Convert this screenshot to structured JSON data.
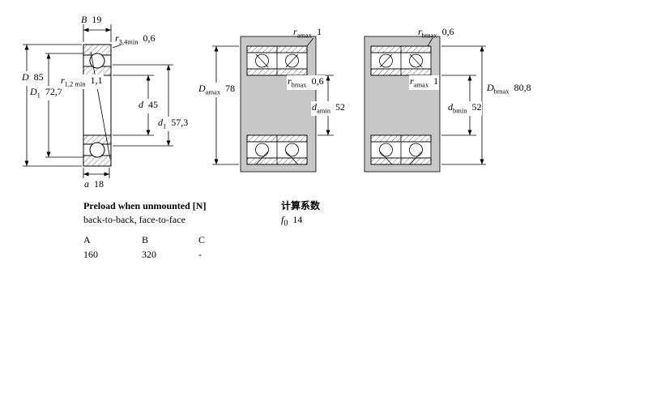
{
  "colors": {
    "housing": "#c8c8c8",
    "line": "#000000"
  },
  "left_diagram": {
    "B": {
      "main": "B",
      "sub": "",
      "value": "19"
    },
    "r34": {
      "main": "r",
      "sub": "3,4min",
      "value": "0,6"
    },
    "D": {
      "main": "D",
      "sub": "",
      "value": "85"
    },
    "D1": {
      "main": "D",
      "sub": "1",
      "value": "72,7"
    },
    "r12": {
      "main": "r",
      "sub": "1,2 min",
      "value": "1,1"
    },
    "d": {
      "main": "d",
      "sub": "",
      "value": "45"
    },
    "d1": {
      "main": "d",
      "sub": "1",
      "value": "57,3"
    },
    "a": {
      "main": "a",
      "sub": "",
      "value": "18"
    }
  },
  "middle_diagram": {
    "r_amax_top": {
      "main": "r",
      "sub": "amax",
      "value": "1"
    },
    "D_amax": {
      "main": "D",
      "sub": "amax",
      "value": "78"
    },
    "r_bmax": {
      "main": "r",
      "sub": "bmax",
      "value": "0,6"
    },
    "d_amin": {
      "main": "d",
      "sub": "amin",
      "value": "52"
    }
  },
  "right_diagram": {
    "r_bmax_top": {
      "main": "r",
      "sub": "bmax",
      "value": "0,6"
    },
    "r_amax": {
      "main": "r",
      "sub": "amax",
      "value": "1"
    },
    "D_bmax": {
      "main": "D",
      "sub": "bmax",
      "value": "80,8"
    },
    "d_bmin": {
      "main": "d",
      "sub": "bmin",
      "value": "52"
    }
  },
  "preload": {
    "title": "Preload when unmounted [N]",
    "subtitle": "back-to-back, face-to-face",
    "col_headers": [
      "A",
      "B",
      "C"
    ],
    "values": [
      "160",
      "320",
      "-"
    ]
  },
  "calc": {
    "title": "计算系数",
    "f0": {
      "main": "f",
      "sub": "0",
      "value": "14"
    }
  }
}
